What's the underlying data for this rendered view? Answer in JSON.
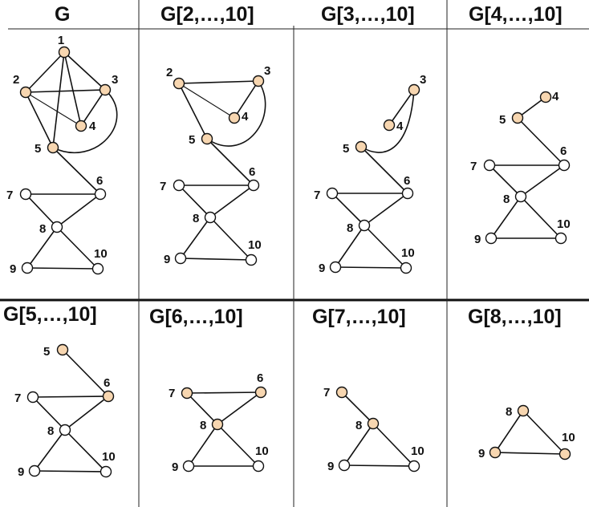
{
  "colors": {
    "highlighted_node": "#f7d6b0",
    "plain_node": "#ffffff",
    "stroke": "#111111"
  },
  "panels": [
    {
      "title": "G",
      "nodes": [
        {
          "id": "1",
          "label": "1",
          "highlighted": true
        },
        {
          "id": "2",
          "label": "2",
          "highlighted": true
        },
        {
          "id": "3",
          "label": "3",
          "highlighted": true
        },
        {
          "id": "4",
          "label": "4",
          "highlighted": true
        },
        {
          "id": "5",
          "label": "5",
          "highlighted": true
        },
        {
          "id": "6",
          "label": "6",
          "highlighted": false
        },
        {
          "id": "7",
          "label": "7",
          "highlighted": false
        },
        {
          "id": "8",
          "label": "8",
          "highlighted": false
        },
        {
          "id": "9",
          "label": "9",
          "highlighted": false
        },
        {
          "id": "10",
          "label": "10",
          "highlighted": false
        }
      ],
      "edges": [
        [
          "1",
          "2"
        ],
        [
          "1",
          "3"
        ],
        [
          "1",
          "4"
        ],
        [
          "1",
          "5"
        ],
        [
          "2",
          "3"
        ],
        [
          "2",
          "4"
        ],
        [
          "2",
          "5"
        ],
        [
          "3",
          "4"
        ],
        [
          "3",
          "5"
        ],
        [
          "5",
          "6"
        ],
        [
          "6",
          "7"
        ],
        [
          "6",
          "8"
        ],
        [
          "7",
          "8"
        ],
        [
          "8",
          "9"
        ],
        [
          "8",
          "10"
        ],
        [
          "9",
          "10"
        ]
      ]
    },
    {
      "title": "G[2,…,10]",
      "nodes": [
        {
          "id": "2",
          "label": "2",
          "highlighted": true
        },
        {
          "id": "3",
          "label": "3",
          "highlighted": true
        },
        {
          "id": "4",
          "label": "4",
          "highlighted": true
        },
        {
          "id": "5",
          "label": "5",
          "highlighted": true
        },
        {
          "id": "6",
          "label": "6",
          "highlighted": false
        },
        {
          "id": "7",
          "label": "7",
          "highlighted": false
        },
        {
          "id": "8",
          "label": "8",
          "highlighted": false
        },
        {
          "id": "9",
          "label": "9",
          "highlighted": false
        },
        {
          "id": "10",
          "label": "10",
          "highlighted": false
        }
      ],
      "edges": [
        [
          "2",
          "3"
        ],
        [
          "2",
          "4"
        ],
        [
          "2",
          "5"
        ],
        [
          "3",
          "4"
        ],
        [
          "3",
          "5"
        ],
        [
          "5",
          "6"
        ],
        [
          "6",
          "7"
        ],
        [
          "6",
          "8"
        ],
        [
          "7",
          "8"
        ],
        [
          "8",
          "9"
        ],
        [
          "8",
          "10"
        ],
        [
          "9",
          "10"
        ]
      ]
    },
    {
      "title": "G[3,…,10]",
      "nodes": [
        {
          "id": "3",
          "label": "3",
          "highlighted": true
        },
        {
          "id": "4",
          "label": "4",
          "highlighted": true
        },
        {
          "id": "5",
          "label": "5",
          "highlighted": true
        },
        {
          "id": "6",
          "label": "6",
          "highlighted": false
        },
        {
          "id": "7",
          "label": "7",
          "highlighted": false
        },
        {
          "id": "8",
          "label": "8",
          "highlighted": false
        },
        {
          "id": "9",
          "label": "9",
          "highlighted": false
        },
        {
          "id": "10",
          "label": "10",
          "highlighted": false
        }
      ],
      "edges": [
        [
          "3",
          "4"
        ],
        [
          "3",
          "5"
        ],
        [
          "5",
          "6"
        ],
        [
          "6",
          "7"
        ],
        [
          "6",
          "8"
        ],
        [
          "7",
          "8"
        ],
        [
          "8",
          "9"
        ],
        [
          "8",
          "10"
        ],
        [
          "9",
          "10"
        ]
      ]
    },
    {
      "title": "G[4,…,10]",
      "nodes": [
        {
          "id": "4",
          "label": "4",
          "highlighted": true
        },
        {
          "id": "5",
          "label": "5",
          "highlighted": true
        },
        {
          "id": "6",
          "label": "6",
          "highlighted": false
        },
        {
          "id": "7",
          "label": "7",
          "highlighted": false
        },
        {
          "id": "8",
          "label": "8",
          "highlighted": false
        },
        {
          "id": "9",
          "label": "9",
          "highlighted": false
        },
        {
          "id": "10",
          "label": "10",
          "highlighted": false
        }
      ],
      "edges": [
        [
          "4",
          "5"
        ],
        [
          "5",
          "6"
        ],
        [
          "6",
          "7"
        ],
        [
          "6",
          "8"
        ],
        [
          "7",
          "8"
        ],
        [
          "8",
          "9"
        ],
        [
          "8",
          "10"
        ],
        [
          "9",
          "10"
        ]
      ]
    },
    {
      "title": "G[5,…,10]",
      "nodes": [
        {
          "id": "5",
          "label": "5",
          "highlighted": true
        },
        {
          "id": "6",
          "label": "6",
          "highlighted": true
        },
        {
          "id": "7",
          "label": "7",
          "highlighted": false
        },
        {
          "id": "8",
          "label": "8",
          "highlighted": false
        },
        {
          "id": "9",
          "label": "9",
          "highlighted": false
        },
        {
          "id": "10",
          "label": "10",
          "highlighted": false
        }
      ],
      "edges": [
        [
          "5",
          "6"
        ],
        [
          "6",
          "7"
        ],
        [
          "6",
          "8"
        ],
        [
          "7",
          "8"
        ],
        [
          "8",
          "9"
        ],
        [
          "8",
          "10"
        ],
        [
          "9",
          "10"
        ]
      ]
    },
    {
      "title": "G[6,…,10]",
      "nodes": [
        {
          "id": "6",
          "label": "6",
          "highlighted": true
        },
        {
          "id": "7",
          "label": "7",
          "highlighted": true
        },
        {
          "id": "8",
          "label": "8",
          "highlighted": true
        },
        {
          "id": "9",
          "label": "9",
          "highlighted": false
        },
        {
          "id": "10",
          "label": "10",
          "highlighted": false
        }
      ],
      "edges": [
        [
          "6",
          "7"
        ],
        [
          "6",
          "8"
        ],
        [
          "7",
          "8"
        ],
        [
          "8",
          "9"
        ],
        [
          "8",
          "10"
        ],
        [
          "9",
          "10"
        ]
      ]
    },
    {
      "title": "G[7,…,10]",
      "nodes": [
        {
          "id": "7",
          "label": "7",
          "highlighted": true
        },
        {
          "id": "8",
          "label": "8",
          "highlighted": true
        },
        {
          "id": "9",
          "label": "9",
          "highlighted": false
        },
        {
          "id": "10",
          "label": "10",
          "highlighted": false
        }
      ],
      "edges": [
        [
          "7",
          "8"
        ],
        [
          "8",
          "9"
        ],
        [
          "8",
          "10"
        ],
        [
          "9",
          "10"
        ]
      ]
    },
    {
      "title": "G[8,…,10]",
      "nodes": [
        {
          "id": "8",
          "label": "8",
          "highlighted": true
        },
        {
          "id": "9",
          "label": "9",
          "highlighted": true
        },
        {
          "id": "10",
          "label": "10",
          "highlighted": true
        }
      ],
      "edges": [
        [
          "8",
          "9"
        ],
        [
          "8",
          "10"
        ],
        [
          "9",
          "10"
        ]
      ]
    }
  ]
}
